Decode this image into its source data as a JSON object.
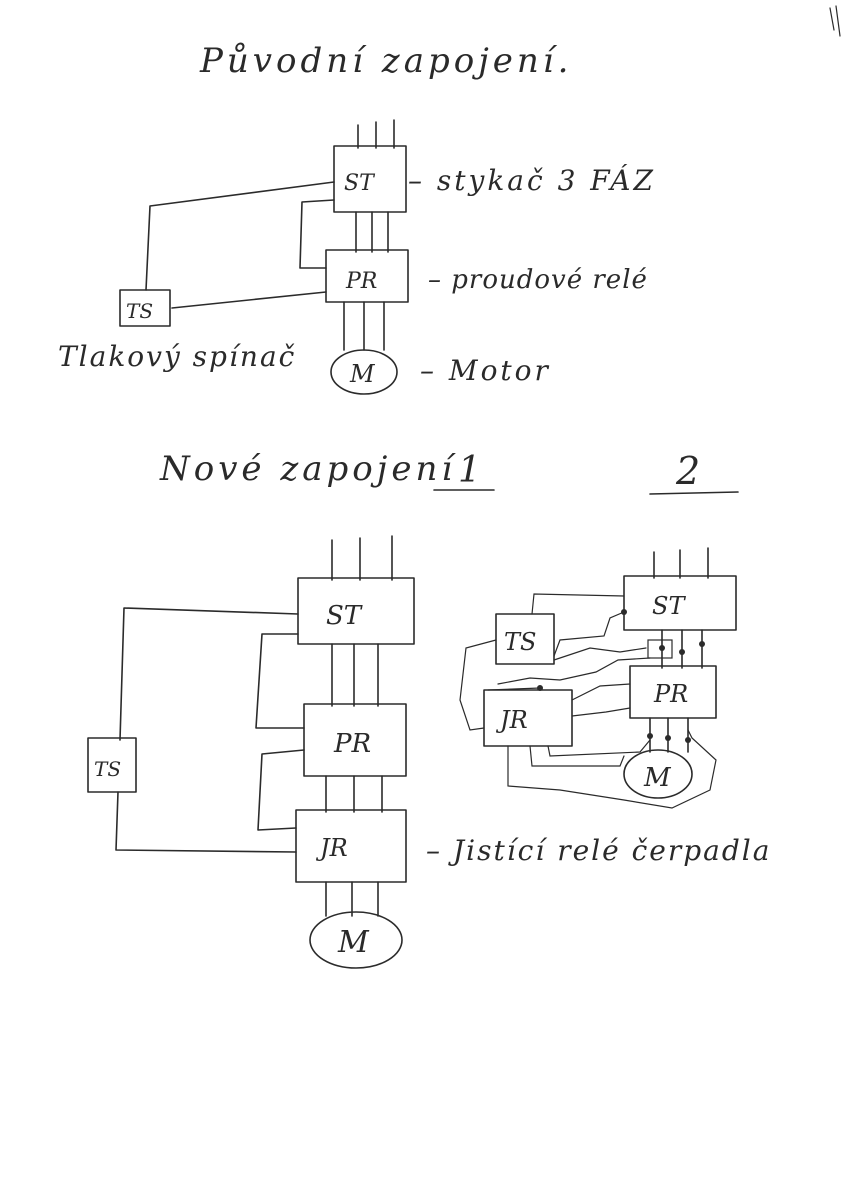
{
  "titles": {
    "original": "Původní zapojení.",
    "new": "Nové zapojení",
    "new_num_1": "1",
    "new_num_2": "2"
  },
  "original_diagram": {
    "st": "ST",
    "pr": "PR",
    "ts": "TS",
    "motor": "M",
    "label_st": "– stykač 3 FÁZ",
    "label_pr": "– proudové relé",
    "label_ts": "Tlakový spínač",
    "label_motor": "– Motor"
  },
  "new_diagram_1": {
    "st": "ST",
    "pr": "PR",
    "jr": "JR",
    "ts": "TS",
    "motor": "M",
    "label_jr": "– Jistící relé čerpadla"
  },
  "new_diagram_2": {
    "st": "ST",
    "pr": "PR",
    "jr": "JR",
    "ts": "TS",
    "motor": "M"
  }
}
